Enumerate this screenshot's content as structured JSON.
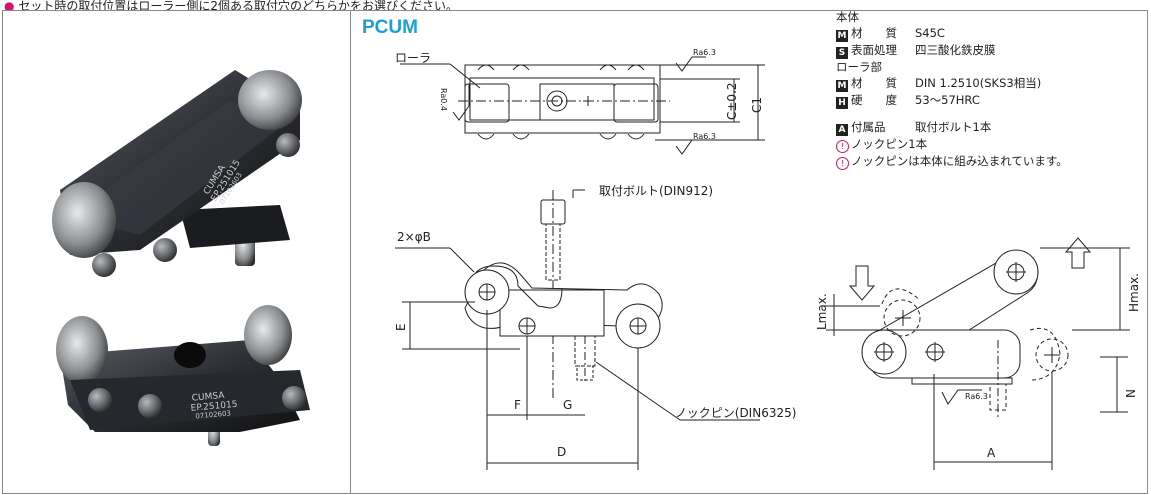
{
  "header": {
    "note": "セット時の取付位置はローラー側に2個ある取付穴のどちらかをお選びください。"
  },
  "product_code": "PCUM",
  "specs": {
    "body": "本体",
    "rows1": [
      {
        "badge": "M",
        "label": "材　　質",
        "value": "S45C"
      },
      {
        "badge": "S",
        "label": "表面処理",
        "value": "四三酸化鉄皮膜"
      }
    ],
    "roller_section": "ローラ部",
    "rows2": [
      {
        "badge": "M",
        "label": "材　　質",
        "value": "DIN 1.2510(SKS3相当)"
      },
      {
        "badge": "H",
        "label": "硬　　度",
        "value": "53〜57HRC"
      }
    ],
    "accessory": {
      "badge": "A",
      "label": "付属品",
      "value": "取付ボルト1本"
    },
    "notes": [
      "ノックピン1本",
      "ノックピンは本体に組み込まれています。"
    ]
  },
  "drawing": {
    "roller_label": "ローラ",
    "ra04": "Ra0.4",
    "ra63": "Ra6.3",
    "dim_c": "C±0.2",
    "dim_c1": "C1",
    "bolt_label": "取付ボルト(DIN912)",
    "dia_label": "2×φB",
    "dim_e": "E",
    "dim_f": "F",
    "dim_g": "G",
    "dim_d": "D",
    "knock_label": "ノックピン(DIN6325)",
    "dim_lmax": "Lmax.",
    "dim_hmax": "Hmax.",
    "dim_n": "N",
    "dim_a": "A",
    "marking_1": "CUMSA",
    "marking_2": "EP.251015",
    "marking_3": "07102603"
  }
}
